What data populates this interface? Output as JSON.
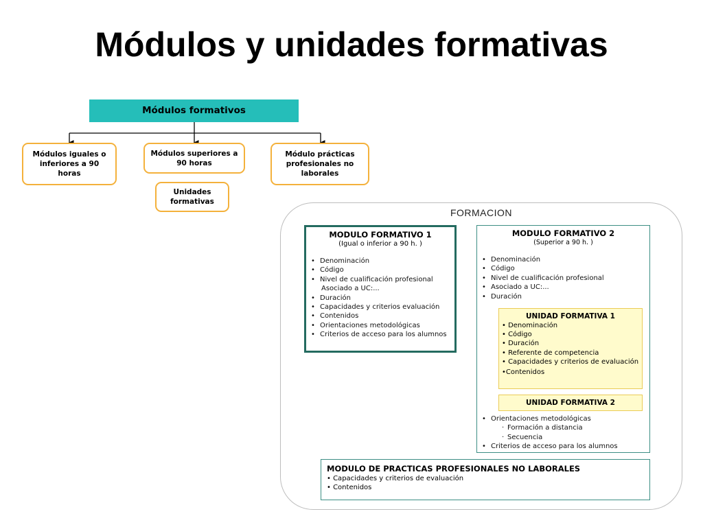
{
  "title": "Módulos y unidades formativas",
  "org_chart": {
    "root": "Módulos formativos",
    "children": [
      "Módulos iguales o inferiores a 90 horas",
      "Módulos superiores a 90 horas",
      "Módulo prácticas profesionales no laborales"
    ],
    "sub_child": "Unidades formativas",
    "accent_color": "#25beb9",
    "box_border_color": "#f4b13b"
  },
  "formacion": {
    "title": "FORMACION",
    "modulo1": {
      "title": "MODULO FORMATIVO 1",
      "subtitle": "(Igual o inferior a 90 h. )",
      "items": [
        "Denominación",
        "Código",
        "Nivel de cualificación profesional",
        "Asociado a UC:...",
        "Duración",
        "Capacidades y criterios evaluación",
        "Contenidos",
        "Orientaciones metodológicas",
        "Criterios de acceso para los alumnos"
      ]
    },
    "modulo2": {
      "title": "MODULO FORMATIVO 2",
      "subtitle": "(Superior a 90 h. )",
      "items": [
        "Denominación",
        "Código",
        "Nivel de cualificación profesional",
        "Asociado a UC:...",
        "Duración"
      ],
      "unidad1": {
        "title": "UNIDAD FORMATIVA 1",
        "items": [
          "Denominación",
          "Código",
          "Duración",
          "Referente de competencia",
          "Capacidades y criterios de evaluación",
          "Contenidos"
        ]
      },
      "unidad2": {
        "title": "UNIDAD FORMATIVA 2"
      },
      "after_items": [
        "Orientaciones metodológicas",
        "Formación a distancia",
        "Secuencia",
        "Criterios de acceso para los alumnos"
      ]
    },
    "practicas": {
      "title": "MODULO DE PRACTICAS PROFESIONALES NO LABORALES",
      "items": [
        "Capacidades y criterios de evaluación",
        "Contenidos"
      ]
    }
  }
}
